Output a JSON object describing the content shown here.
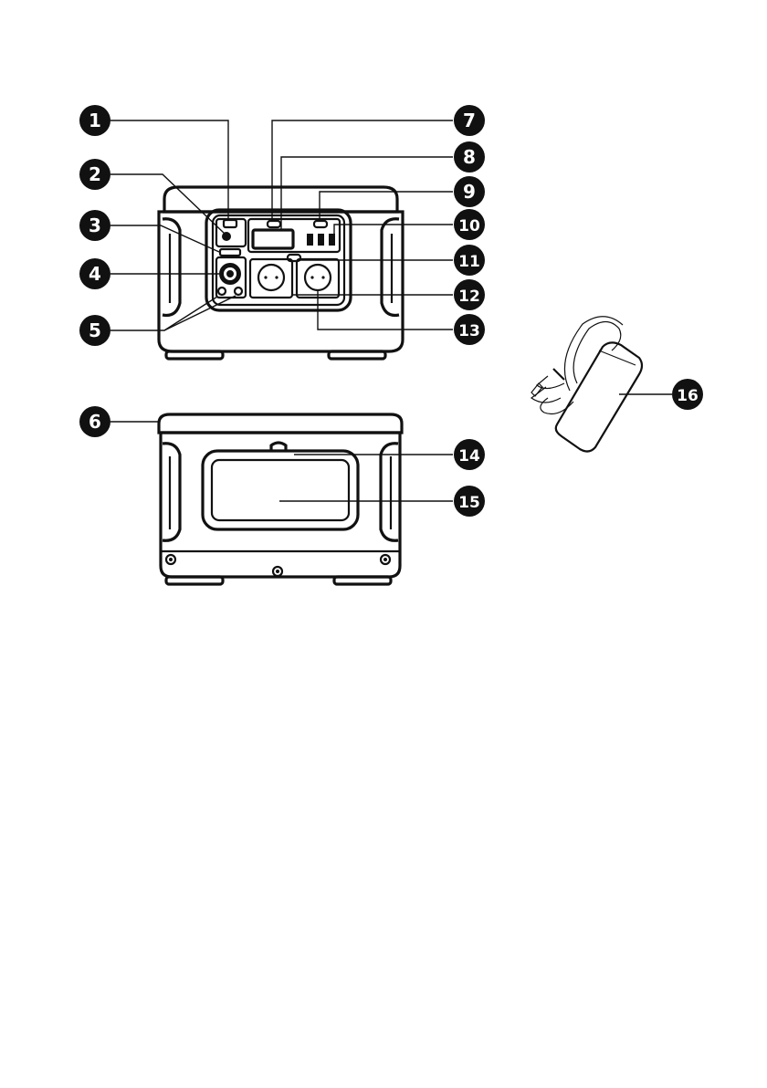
{
  "callouts": [
    {
      "id": 1,
      "label": "1",
      "part": "front"
    },
    {
      "id": 2,
      "label": "2",
      "part": "front"
    },
    {
      "id": 3,
      "label": "3",
      "part": "front"
    },
    {
      "id": 4,
      "label": "4",
      "part": "front"
    },
    {
      "id": 5,
      "label": "5",
      "part": "front"
    },
    {
      "id": 6,
      "label": "6",
      "part": "back"
    },
    {
      "id": 7,
      "label": "7",
      "part": "front"
    },
    {
      "id": 8,
      "label": "8",
      "part": "front"
    },
    {
      "id": 9,
      "label": "9",
      "part": "front"
    },
    {
      "id": 10,
      "label": "10",
      "part": "front"
    },
    {
      "id": 11,
      "label": "11",
      "part": "front"
    },
    {
      "id": 12,
      "label": "12",
      "part": "front"
    },
    {
      "id": 13,
      "label": "13",
      "part": "front"
    },
    {
      "id": 14,
      "label": "14",
      "part": "back"
    },
    {
      "id": 15,
      "label": "15",
      "part": "back"
    },
    {
      "id": 16,
      "label": "16",
      "part": "adapter"
    }
  ],
  "colors": {
    "ink": "#111111",
    "paper": "#ffffff"
  }
}
